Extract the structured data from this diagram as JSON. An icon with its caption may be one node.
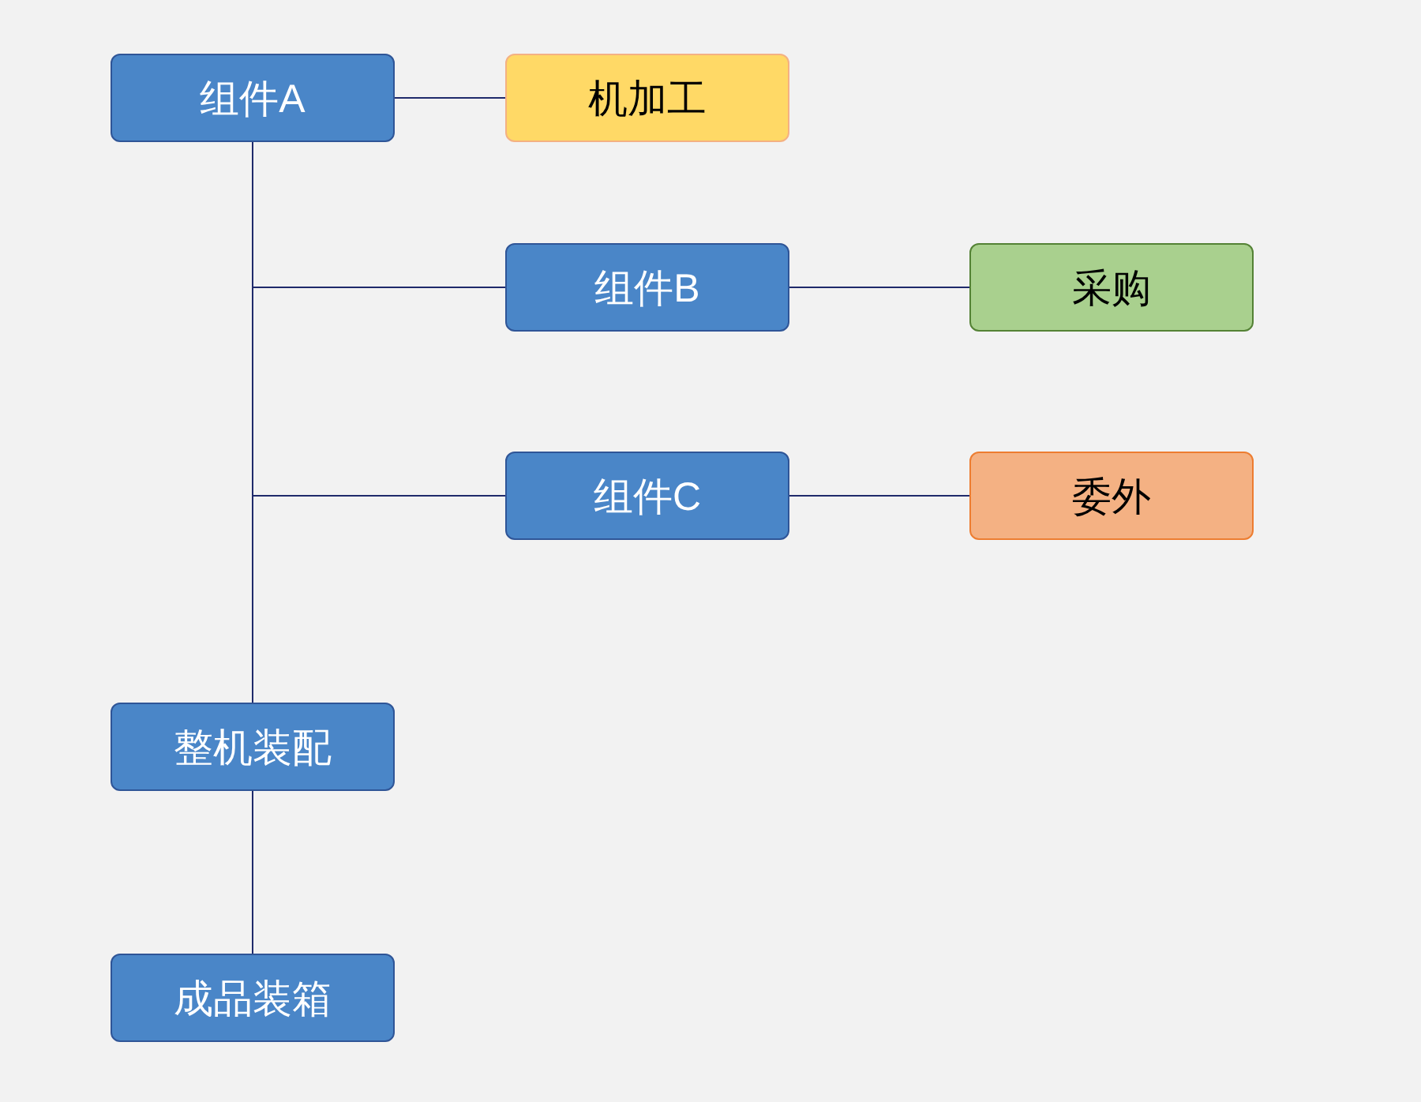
{
  "diagram": {
    "nodes": [
      {
        "text": [
          "组件A"
        ]
      },
      {
        "text": [
          "机加工"
        ]
      },
      {
        "text": [
          "组件B"
        ]
      },
      {
        "text": [
          "采购"
        ]
      },
      {
        "text": [
          "组件C"
        ]
      },
      {
        "text": [
          "委外"
        ]
      },
      {
        "text": [
          "整机装配"
        ]
      },
      {
        "text": [
          "成品装箱"
        ]
      }
    ],
    "edges": [
      {
        "from": 0,
        "to": 1,
        "arrow": "none"
      },
      {
        "from": 0,
        "to": 2,
        "arrow": "none"
      },
      {
        "from": 2,
        "to": 3,
        "arrow": "none"
      },
      {
        "from": 0,
        "to": 4,
        "arrow": "none"
      },
      {
        "from": 4,
        "to": 5,
        "arrow": "none"
      },
      {
        "from": 0,
        "to": 6,
        "arrow": "none"
      },
      {
        "from": 6,
        "to": 7,
        "arrow": "none"
      }
    ]
  }
}
